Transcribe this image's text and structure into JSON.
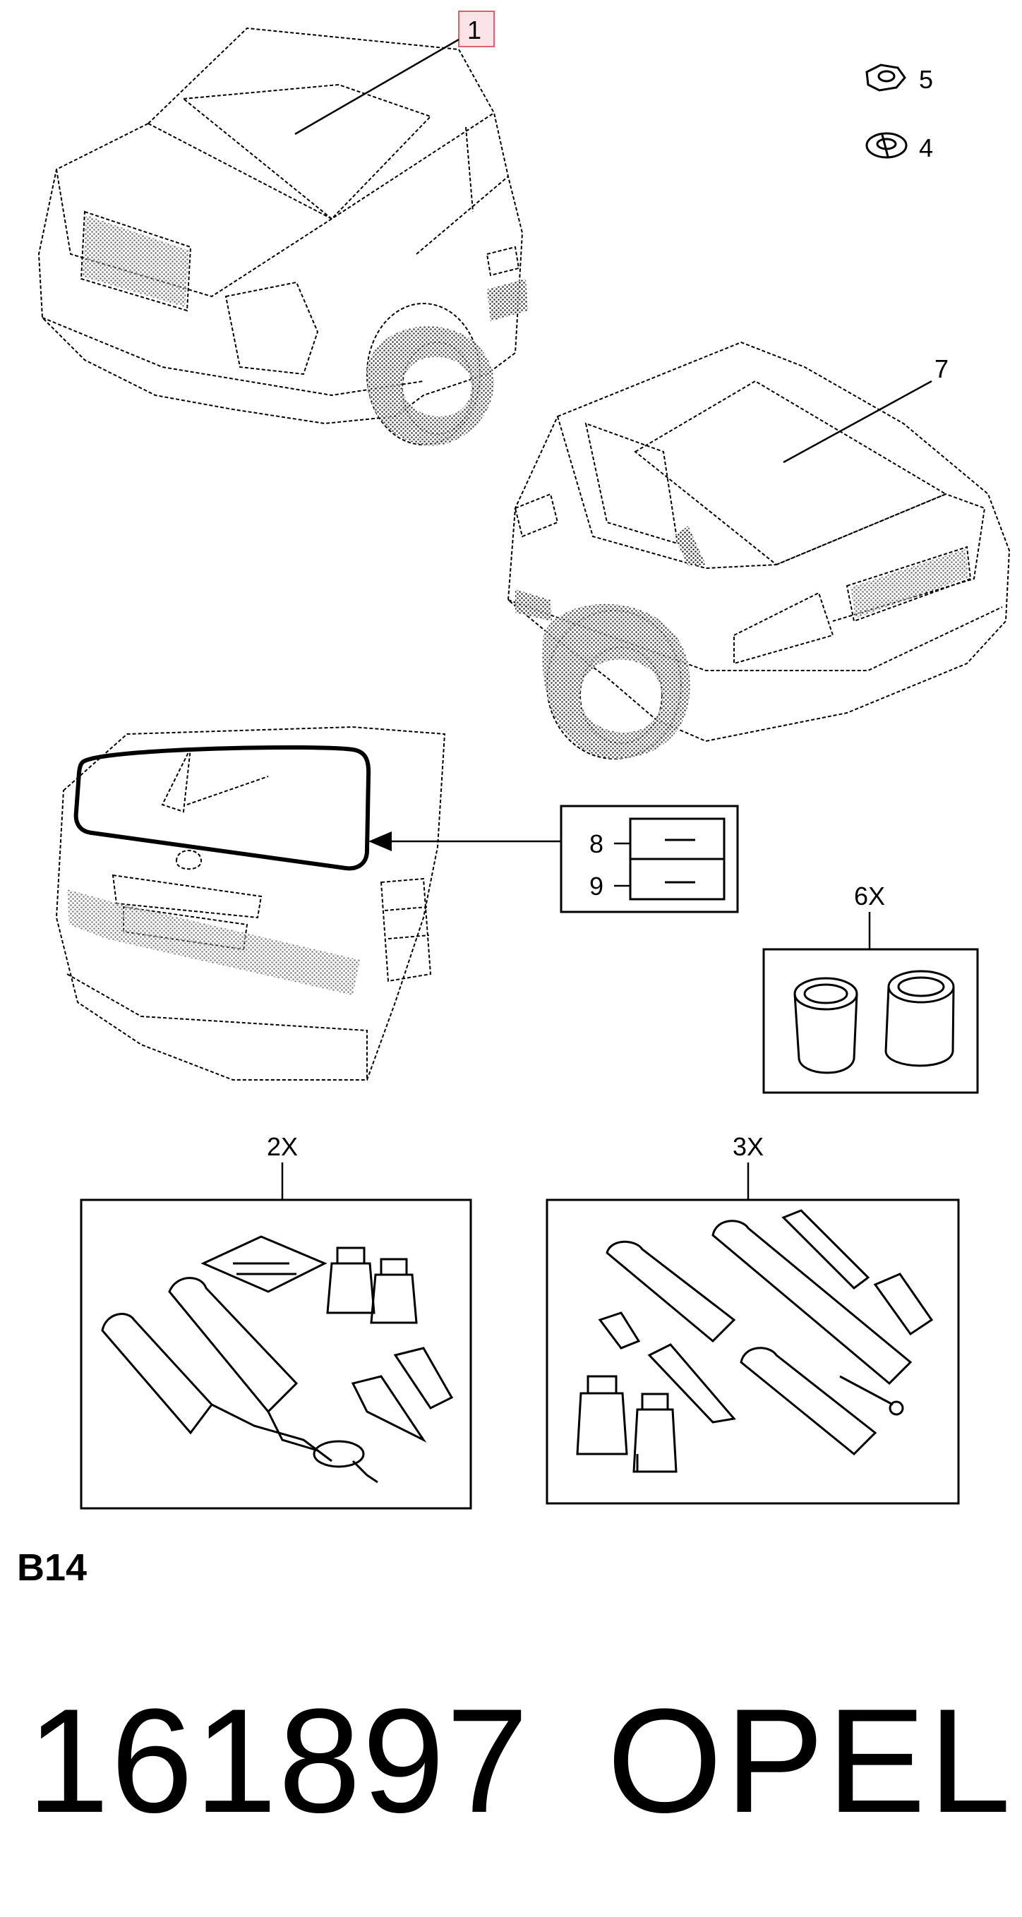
{
  "callouts": {
    "c1": "1",
    "c5": "5",
    "c4": "4",
    "c7": "7",
    "c8": "8",
    "c9": "9",
    "q6x": "6X",
    "q2x": "2X",
    "q3x": "3X"
  },
  "footer": {
    "section_code": "B14",
    "part_number": "161897",
    "brand": "OPEL"
  },
  "colors": {
    "line": "#000000",
    "highlight_box": "#e06070",
    "highlight_fill": "#fbe4e8"
  }
}
